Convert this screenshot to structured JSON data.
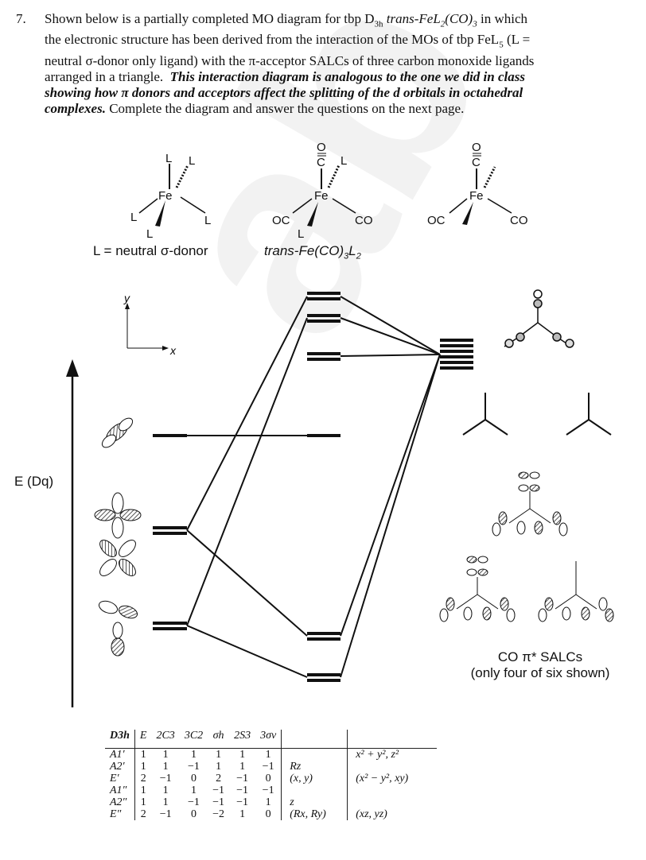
{
  "question": {
    "number": "7.",
    "line1": "Shown below is a partially completed MO diagram for tbp D",
    "line1_sub": "3h",
    "line1_b": " trans-FeL",
    "line1_c": "2",
    "line1_d": "(CO)",
    "line1_e": "3",
    "line1_f": " in which",
    "line2": "the electronic structure has been derived from the interaction of the MOs of tbp FeL",
    "line2_sub": "5",
    "line2_b": " (L =",
    "line3": "neutral σ-donor only ligand) with the π-acceptor SALCs of three carbon monoxide ligands",
    "line4": "arranged in a triangle.",
    "bold1": "This interaction diagram is analogous to the one we did in class",
    "bold2": "showing how π donors and acceptors affect the splitting of the d orbitals in octahedral",
    "bold3": "complexes.",
    "line7": "Complete the diagram and answer the questions on the next page."
  },
  "structures": {
    "label_left": "L = neutral σ-donor",
    "label_mid": "trans-Fe(CO)",
    "label_mid_sub1": "3",
    "label_mid_b": "L",
    "label_mid_sub2": "2",
    "atom_fe": "Fe",
    "atom_l": "L",
    "atom_oc": "OC",
    "atom_co": "CO",
    "atom_o": "O",
    "atom_c": "C"
  },
  "axes": {
    "y": "y",
    "x": "x",
    "energy": "E (Dq)"
  },
  "salc_caption": {
    "line1": "CO π* SALCs",
    "line2": "(only four of six shown)"
  },
  "char_table": {
    "header": [
      "D3h",
      "E",
      "2C3",
      "3C2",
      "σh",
      "2S3",
      "3σv"
    ],
    "rows": [
      {
        "irrep": "A1′",
        "chars": [
          "1",
          "1",
          "1",
          "1",
          "1",
          "1"
        ],
        "lin": "",
        "quad": "x² + y², z²"
      },
      {
        "irrep": "A2′",
        "chars": [
          "1",
          "1",
          "−1",
          "1",
          "1",
          "−1"
        ],
        "lin": "Rz",
        "quad": ""
      },
      {
        "irrep": "E′",
        "chars": [
          "2",
          "−1",
          "0",
          "2",
          "−1",
          "0"
        ],
        "lin": "(x, y)",
        "quad": "(x² − y², xy)"
      },
      {
        "irrep": "A1″",
        "chars": [
          "1",
          "1",
          "1",
          "−1",
          "−1",
          "−1"
        ],
        "lin": "",
        "quad": ""
      },
      {
        "irrep": "A2″",
        "chars": [
          "1",
          "1",
          "−1",
          "−1",
          "−1",
          "1"
        ],
        "lin": "z",
        "quad": ""
      },
      {
        "irrep": "E″",
        "chars": [
          "2",
          "−1",
          "0",
          "−2",
          "1",
          "0"
        ],
        "lin": "(Rx, Ry)",
        "quad": "(xz, yz)"
      }
    ]
  },
  "colors": {
    "ink": "#111111",
    "hatch": "#555555"
  }
}
